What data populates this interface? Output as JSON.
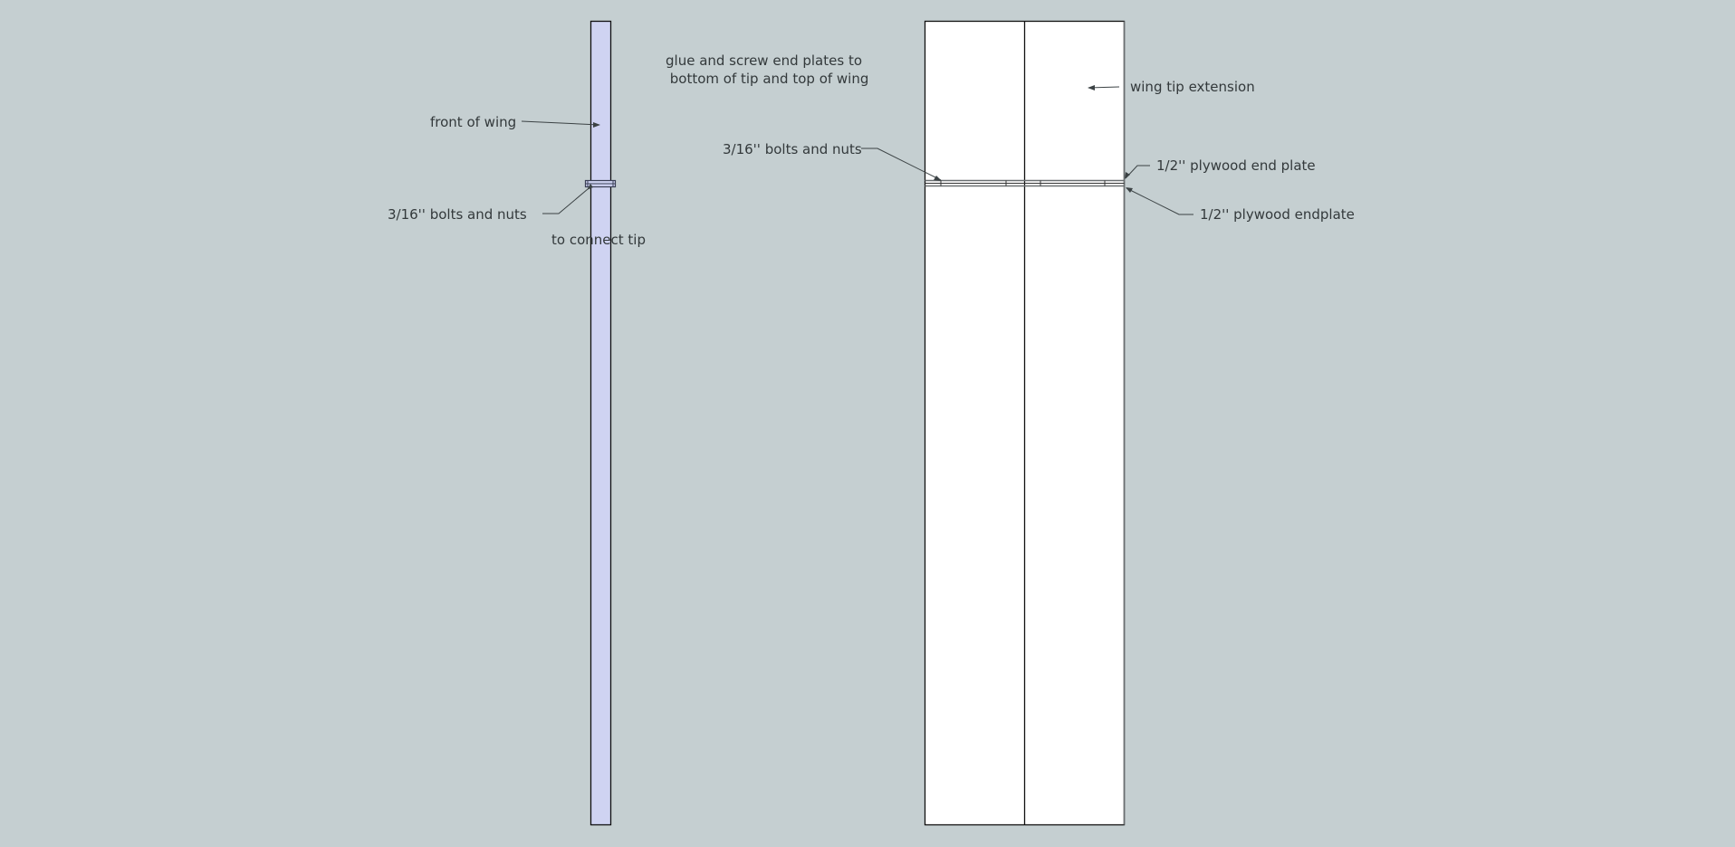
{
  "colors": {
    "background": "#c5cfd1",
    "side_view_fill": "#cfd3f2",
    "plan_view_fill": "#ffffff",
    "edge": "#111111",
    "plate_edge": "#6a6f71",
    "label_text": "#33393b"
  },
  "labels": {
    "front_of_wing": "front of wing",
    "bolts_left": "3/16'' bolts and nuts",
    "to_connect_tip": "to connect tip",
    "glue_line1": "glue and screw end plates to",
    "glue_line2": " bottom of tip and top of wing",
    "bolts_center": "3/16'' bolts and nuts",
    "wing_tip_extension": "wing tip extension",
    "end_plate_top": "1/2'' plywood end plate",
    "end_plate_bottom": "1/2'' plywood endplate"
  }
}
